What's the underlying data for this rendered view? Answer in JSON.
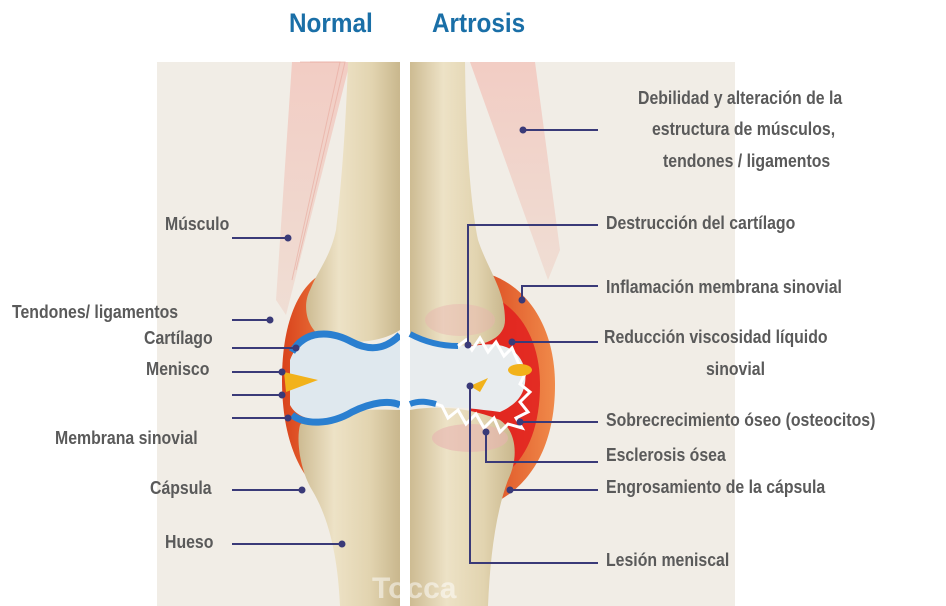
{
  "titles": {
    "normal": "Normal",
    "artrosis": "Artrosis"
  },
  "labels_left": {
    "musculo": "Músculo",
    "tendones": "Tendones/ ligamentos",
    "cartilago": "Cartílago",
    "menisco": "Menisco",
    "membrana": "Membrana sinovial",
    "capsula": "Cápsula",
    "hueso": "Hueso"
  },
  "labels_right": {
    "debilidad_1": "Debilidad y alteración de la",
    "debilidad_2": "estructura de músculos,",
    "debilidad_3": "tendones / ligamentos",
    "destruccion": "Destrucción del cartílago",
    "inflamacion": "Inflamación membrana sinovial",
    "reduccion_1": "Reducción viscosidad líquido",
    "reduccion_2": "sinovial",
    "sobrecrecimiento": "Sobrecrecimiento óseo (osteocitos)",
    "esclerosis": "Esclerosis ósea",
    "engrosamiento": "Engrosamiento de la cápsula",
    "lesion": "Lesión meniscal"
  },
  "watermark": "Tocca",
  "colors": {
    "title": "#1a6fa7",
    "label": "#5a5a5a",
    "leader": "#3a3a78",
    "bone": "#e6d8b4",
    "cartilage": "#2a7fd0",
    "capsule": "#e8542a",
    "inflammation": "#e21e1e",
    "muscle": "#f0c8c0",
    "meniscus": "#f2b21a"
  }
}
